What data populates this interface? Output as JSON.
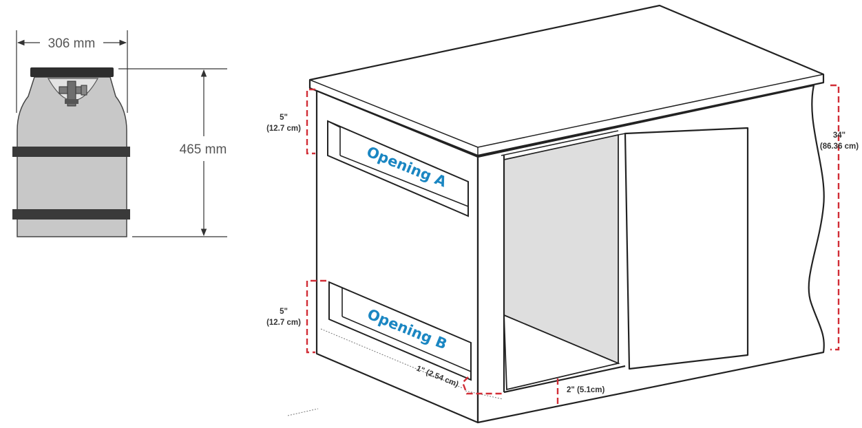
{
  "disposer": {
    "width_label": "306 mm",
    "height_label": "465 mm"
  },
  "cabinet": {
    "opening_a_label": "Opening A",
    "opening_b_label": "Opening B",
    "opening_a_height_in": "5\"",
    "opening_a_height_cm": "(12.7 cm)",
    "opening_b_height_in": "5\"",
    "opening_b_height_cm": "(12.7 cm)",
    "cabinet_height_in": "34\"",
    "cabinet_height_cm": "(86.36 cm)",
    "bottom_offset_label": "1\" (2.54 cm)",
    "floor_gap_label": "2\" (5.1cm)"
  },
  "colors": {
    "dimension_accent": "#d12d36",
    "opening_label": "#1a86c2",
    "disposer_body": "#c8c8c8",
    "disposer_band": "#3a3a3a",
    "interior_panel": "#dedede"
  }
}
